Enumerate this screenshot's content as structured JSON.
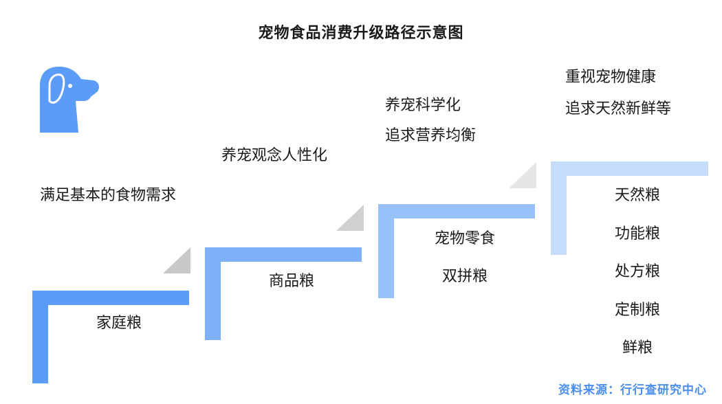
{
  "title": "宠物食品消费升级路径示意图",
  "source": "资料来源：行行查研究中心",
  "icon": "dog-head-icon",
  "colors": {
    "step1": "#5a9cf8",
    "step2": "#7db0f7",
    "step3": "#97c1f8",
    "step4": "#c5ddfb",
    "triangle": "#c8c8c8",
    "source": "#4a8ff0"
  },
  "stages": [
    {
      "label_above": [
        "满足基本的食物需求"
      ],
      "products": [
        "家庭粮"
      ]
    },
    {
      "label_above": [
        "养宠观念人性化"
      ],
      "products": [
        "商品粮"
      ]
    },
    {
      "label_above": [
        "养宠科学化",
        "追求营养均衡"
      ],
      "products": [
        "宠物零食",
        "双拼粮"
      ]
    },
    {
      "label_above": [
        "重视宠物健康",
        "追求天然新鲜等"
      ],
      "products": [
        "天然粮",
        "功能粮",
        "处方粮",
        "定制粮",
        "鲜粮"
      ]
    }
  ]
}
